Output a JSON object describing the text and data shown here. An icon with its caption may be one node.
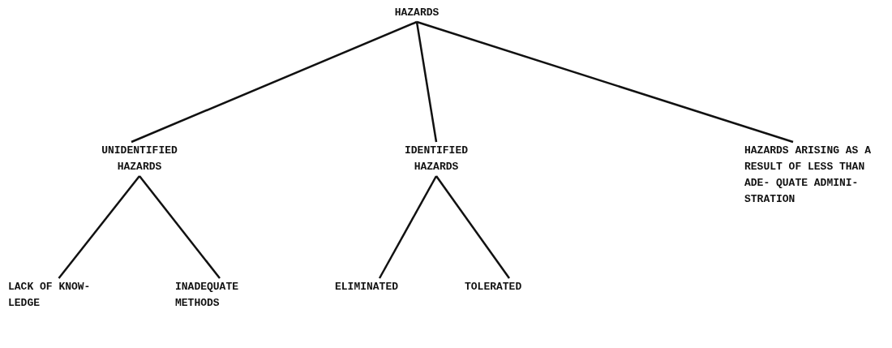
{
  "diagram": {
    "nodes": [
      {
        "text": [
          "HAZARDS"
        ]
      },
      {
        "text": [
          "UNIDENTIFIED HAZARDS"
        ]
      },
      {
        "text": [
          "IDENTIFIED HAZARDS"
        ]
      },
      {
        "text": [
          "HAZARDS ARISING AS A RESULT OF LESS THAN ADE- QUATE ADMINI- STRATION"
        ]
      },
      {
        "text": [
          "LACK OF KNOW- LEDGE"
        ]
      },
      {
        "text": [
          "INADEQUATE METHODS"
        ]
      },
      {
        "text": [
          "ELIMINATED"
        ]
      },
      {
        "text": [
          "TOLERATED"
        ]
      }
    ],
    "edges": [
      {
        "from": 0,
        "to": 1,
        "arrow": "none"
      },
      {
        "from": 0,
        "to": 2,
        "arrow": "none"
      },
      {
        "from": 0,
        "to": 3,
        "arrow": "none"
      },
      {
        "from": 1,
        "to": 4,
        "arrow": "none"
      },
      {
        "from": 1,
        "to": 5,
        "arrow": "none"
      },
      {
        "from": 2,
        "to": 6,
        "arrow": "none"
      },
      {
        "from": 2,
        "to": 7,
        "arrow": "none"
      }
    ]
  }
}
